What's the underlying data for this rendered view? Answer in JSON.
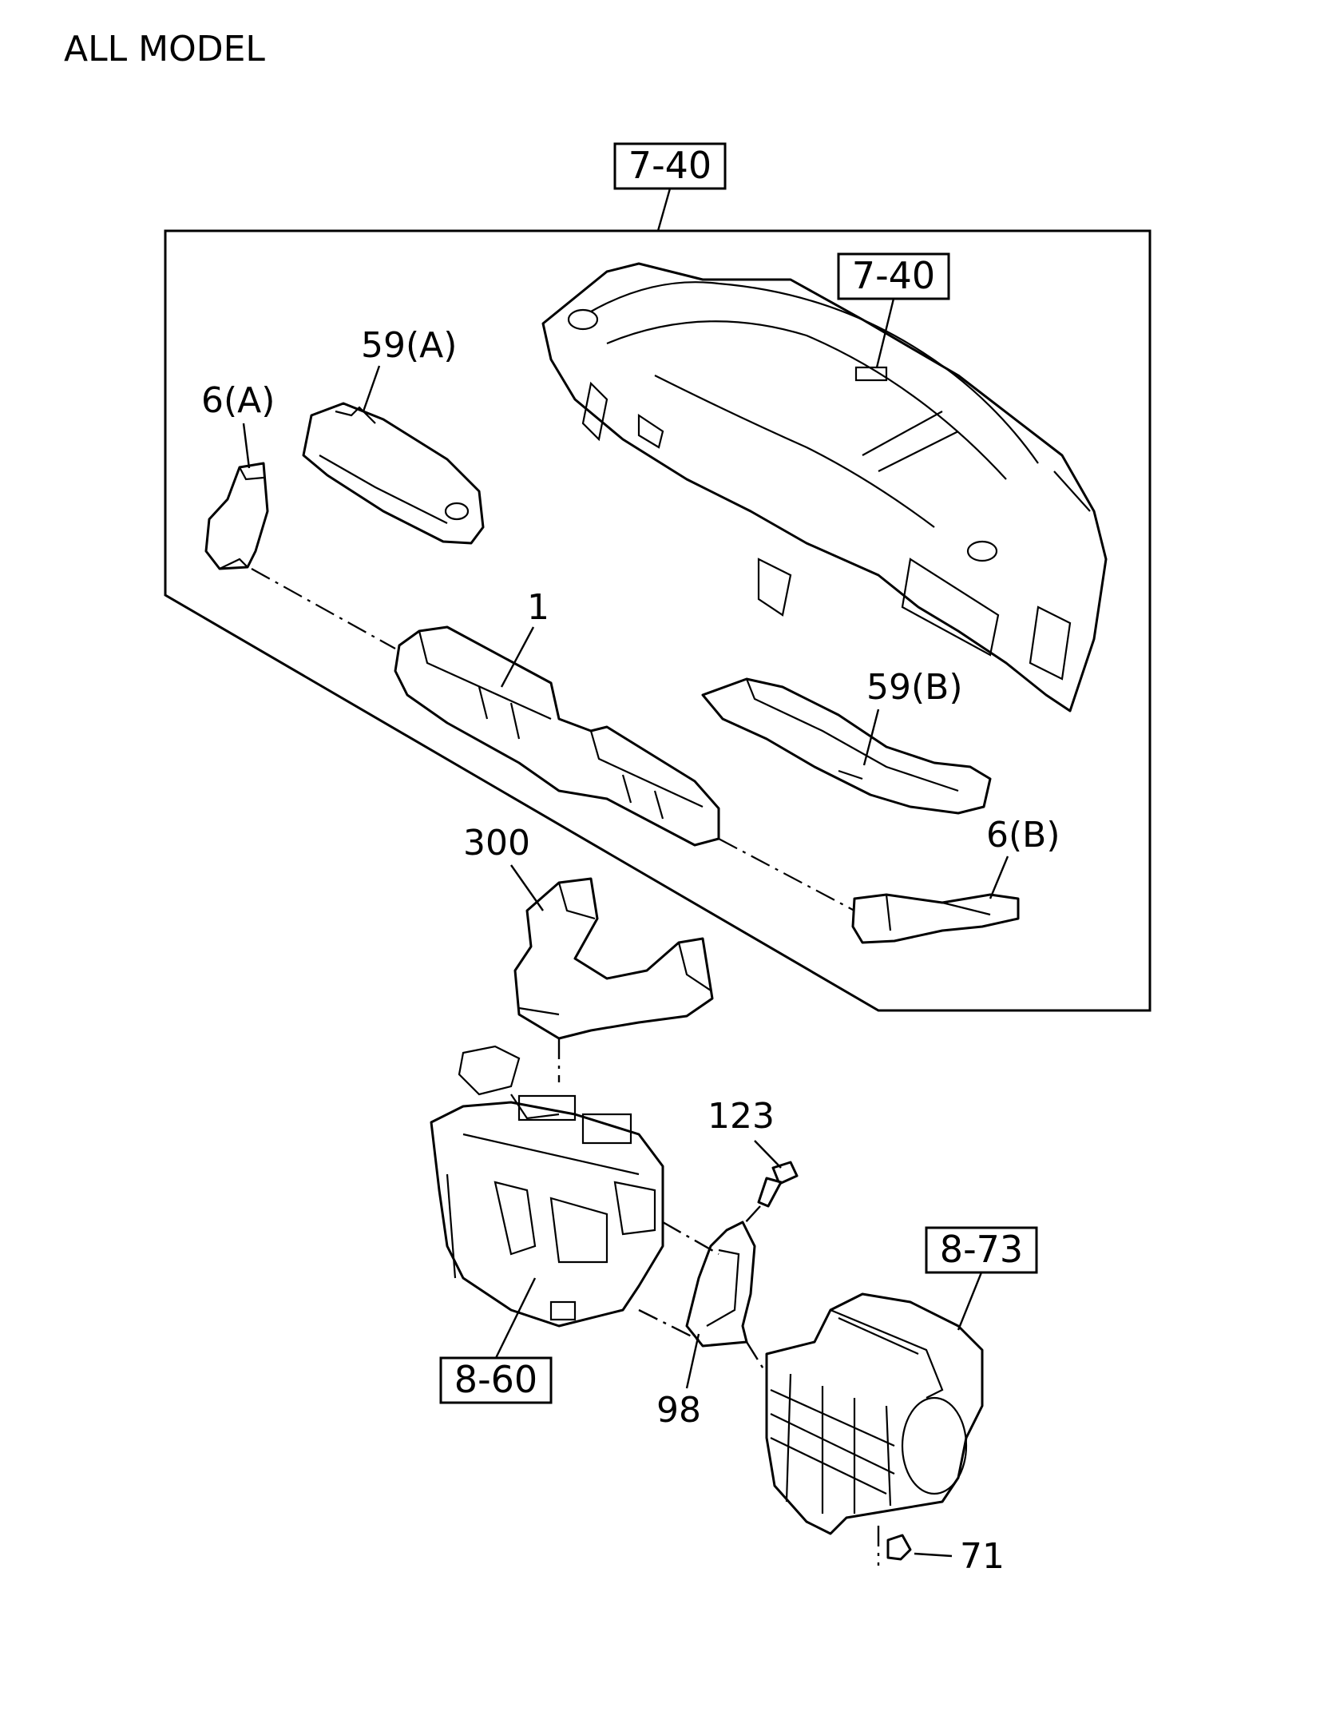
{
  "title": "ALL MODEL",
  "callouts": {
    "top_ref": "7-40",
    "dash_ref": "7-40",
    "heater_ref": "8-60",
    "blower_ref": "8-73",
    "part_1": "1",
    "part_6a": "6(A)",
    "part_59a": "59(A)",
    "part_59b": "59(B)",
    "part_6b": "6(B)",
    "part_300": "300",
    "part_123": "123",
    "part_98": "98",
    "part_71": "71"
  }
}
